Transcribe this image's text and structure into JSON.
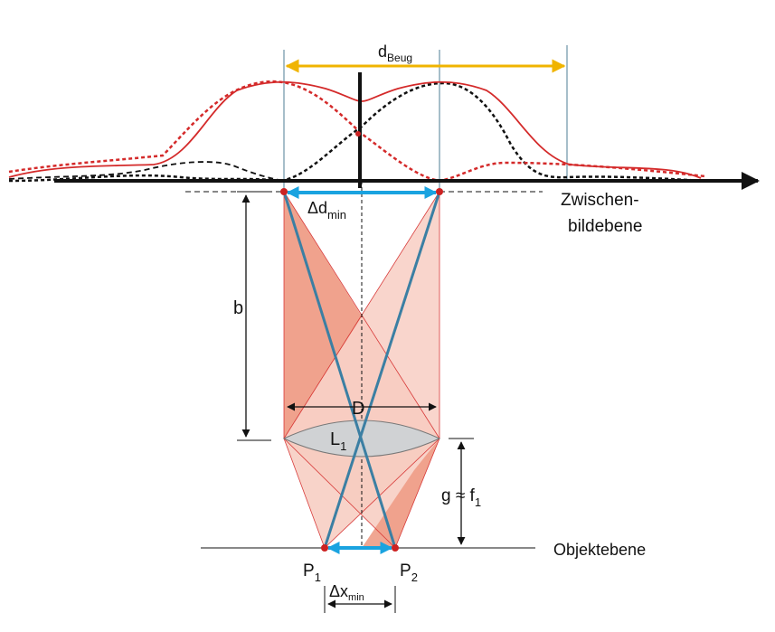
{
  "labels": {
    "d_main": "d",
    "d_sub": "Beug",
    "delta_d_main": "Δd",
    "delta_d_sub": "min",
    "intermediate_plane_line1": "Zwischen-",
    "intermediate_plane_line2": "bildebene",
    "b": "b",
    "D": "D",
    "lens_main": "L",
    "lens_sub": "1",
    "g_main": "g ≈ f",
    "g_sub": "1",
    "object_plane": "Objektebene",
    "p1_main": "P",
    "p1_sub": "1",
    "p2_main": "P",
    "p2_sub": "2",
    "delta_x_main": "Δx",
    "delta_x_sub": "min"
  },
  "colors": {
    "diffraction_red": "#d42a2a",
    "diffraction_black": "#111111",
    "dimension_yellow": "#f0b400",
    "dimension_cyan": "#1aa3e0",
    "ray_blue": "#3b7fa3",
    "cone_light": "#f7cbbf",
    "cone_dark": "#ee9c86",
    "lens_fill": "#d0d2d4",
    "point_red": "#cc2222"
  }
}
